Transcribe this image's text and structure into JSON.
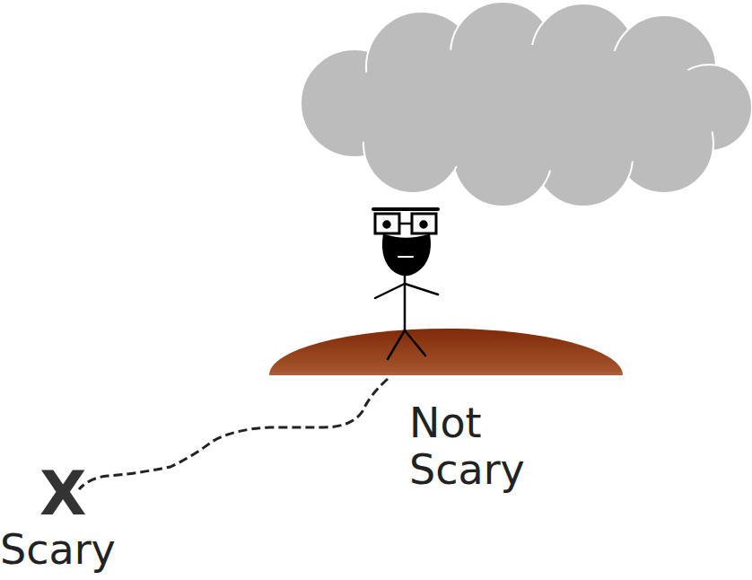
{
  "diagram": {
    "labels": [
      "Not Scary",
      "X",
      "Scary"
    ]
  }
}
